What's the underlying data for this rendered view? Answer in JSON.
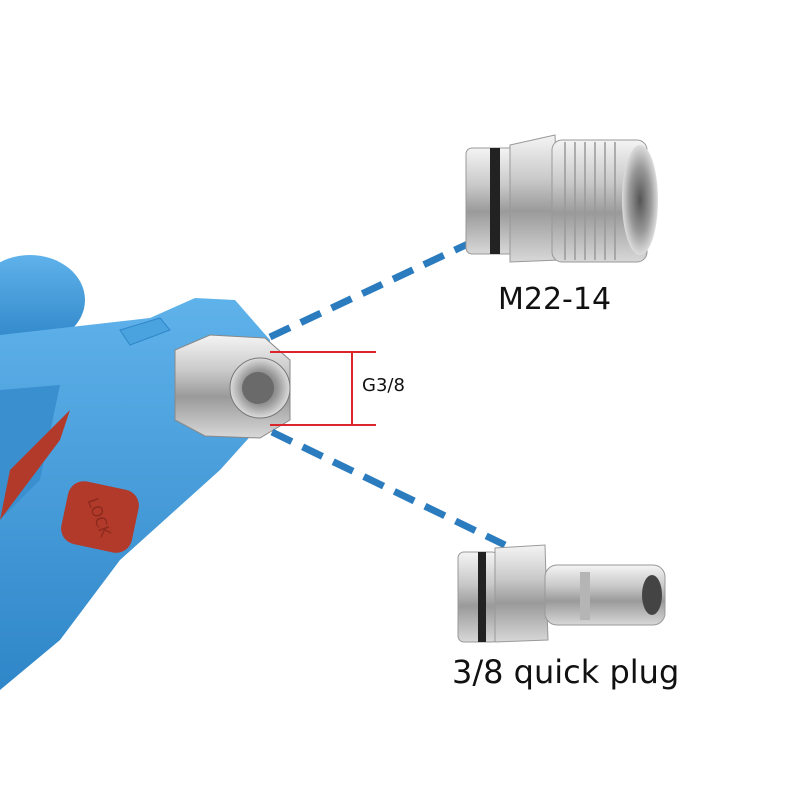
{
  "labels": {
    "top_fitting": "M22-14",
    "thread_size": "G3/8",
    "bottom_fitting": "3/8 quick plug",
    "lock_button": "LOCK"
  },
  "colors": {
    "gun_body": "#3d9ad9",
    "lock_button": "#b23a2a",
    "dash_line": "#2b7bbf",
    "dimension_line": "#d9262a",
    "text": "#111111"
  }
}
